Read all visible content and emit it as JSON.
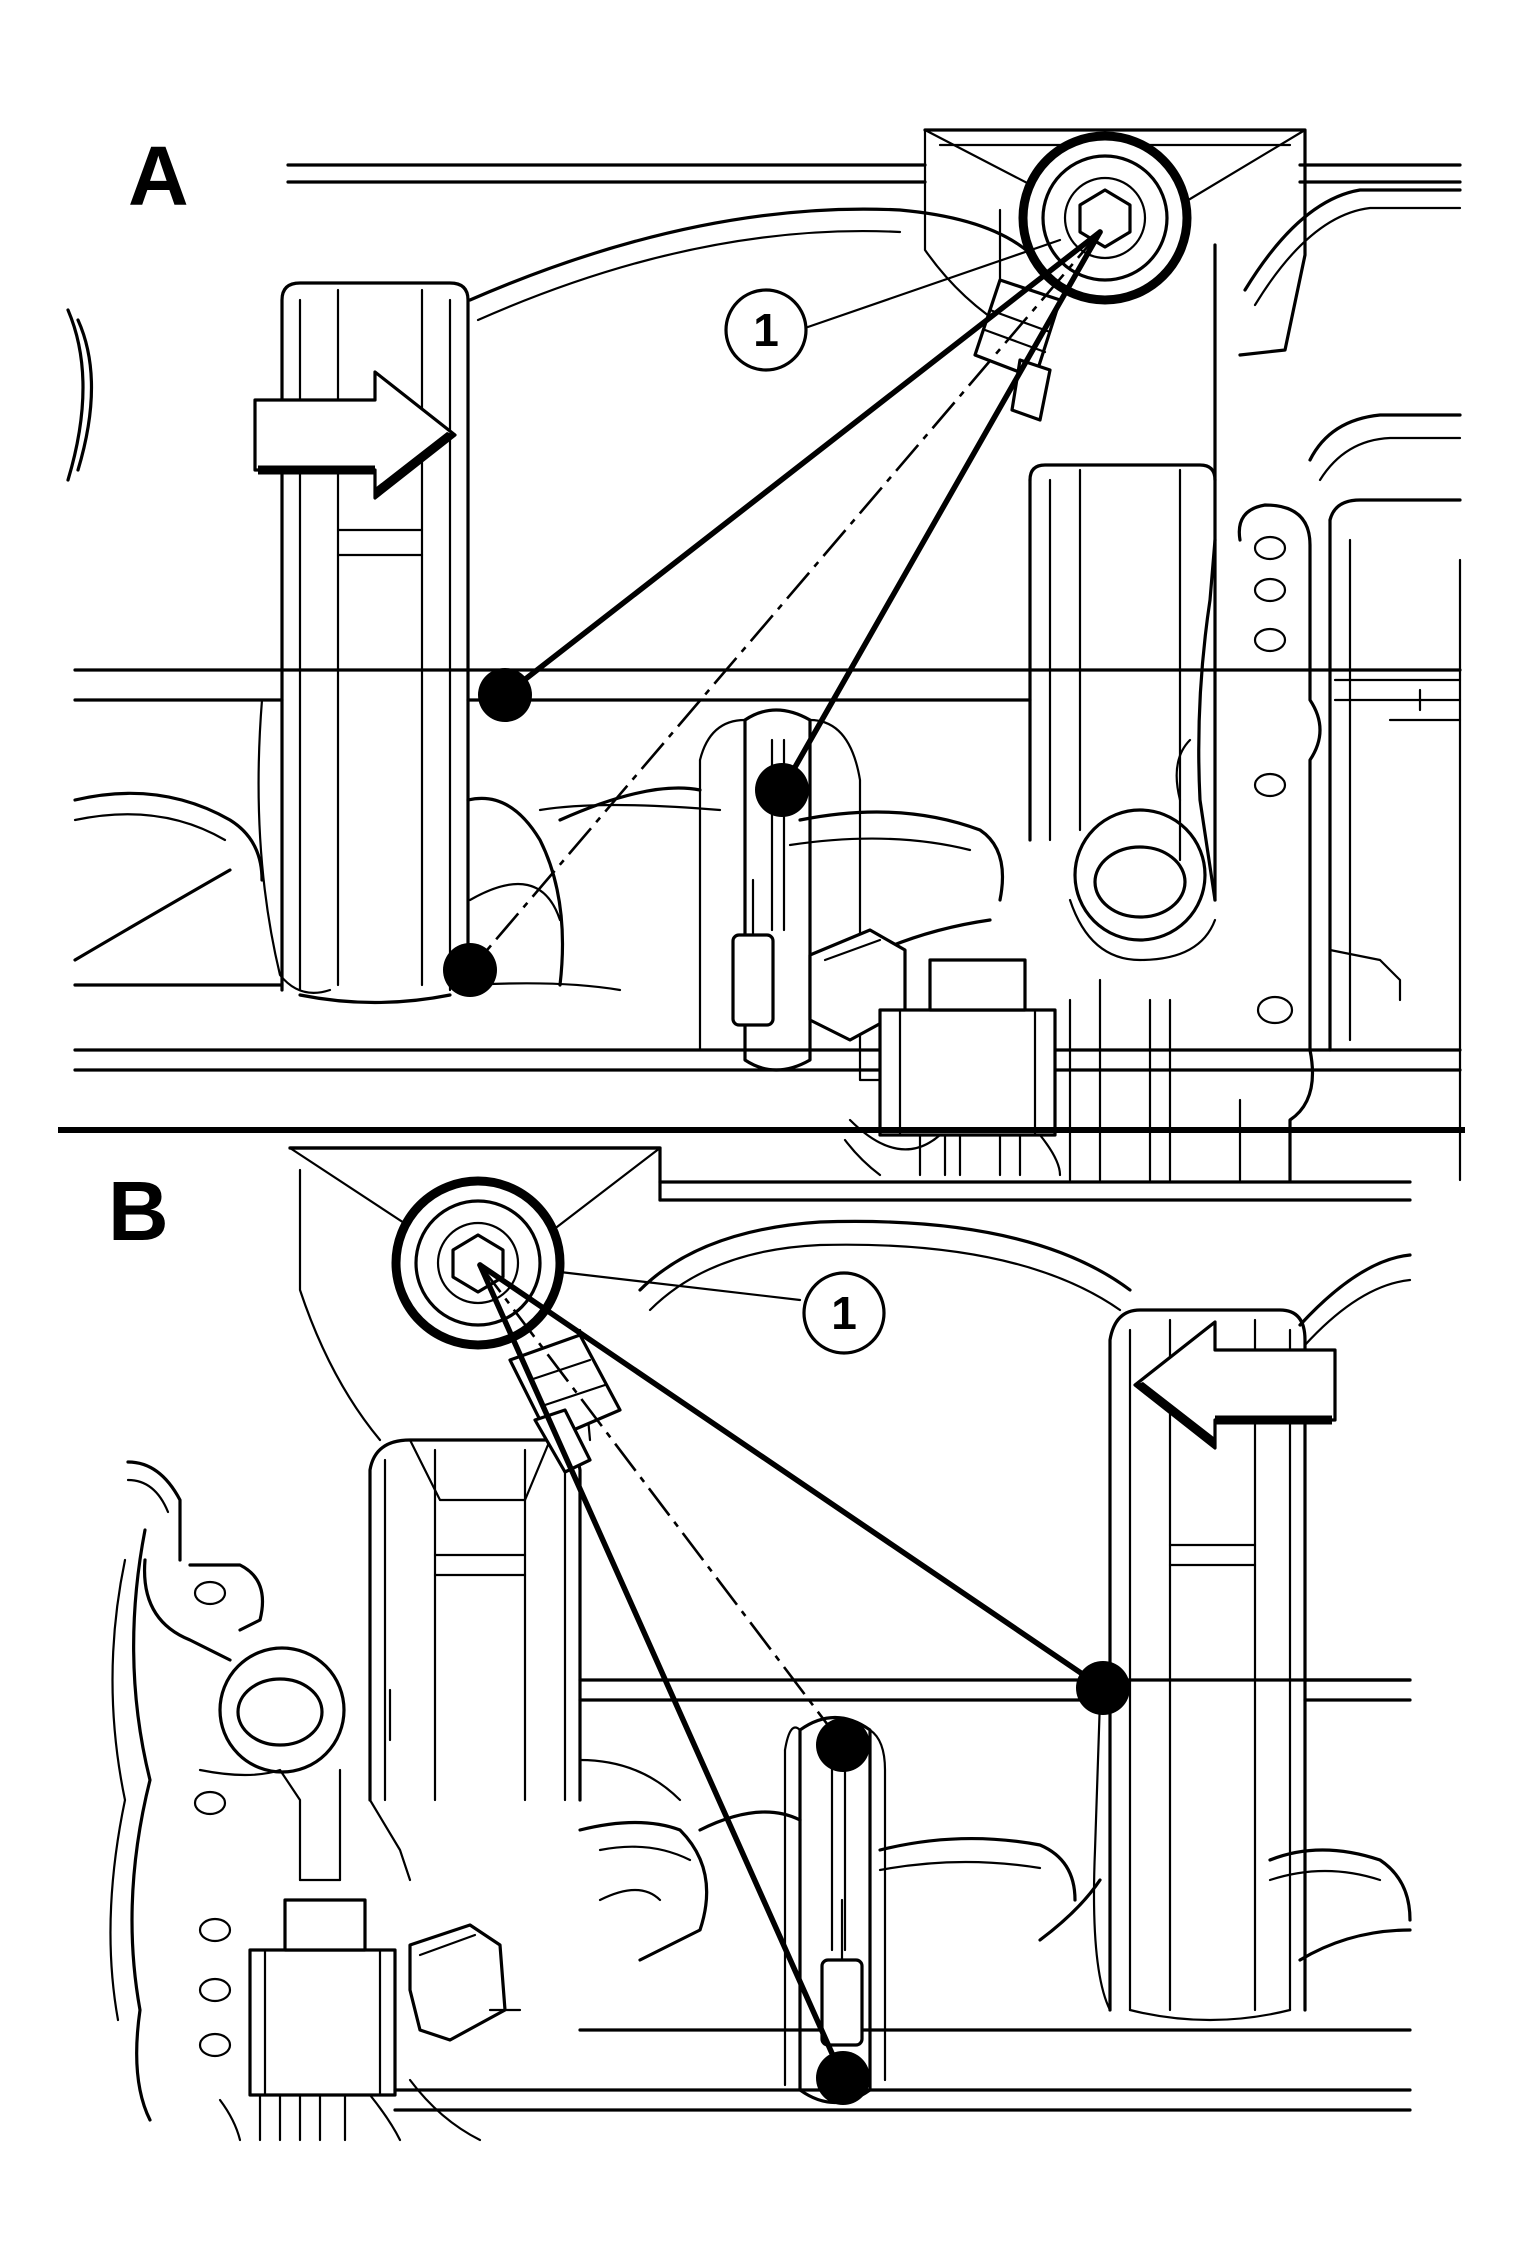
{
  "panels": [
    {
      "label": "A",
      "callout": "1"
    },
    {
      "label": "B",
      "callout": "1"
    }
  ],
  "icons": {
    "flow_arrow_a": "arrow-right-icon",
    "flow_arrow_b": "arrow-left-icon",
    "laser_tool": "laser-pointer-icon"
  }
}
